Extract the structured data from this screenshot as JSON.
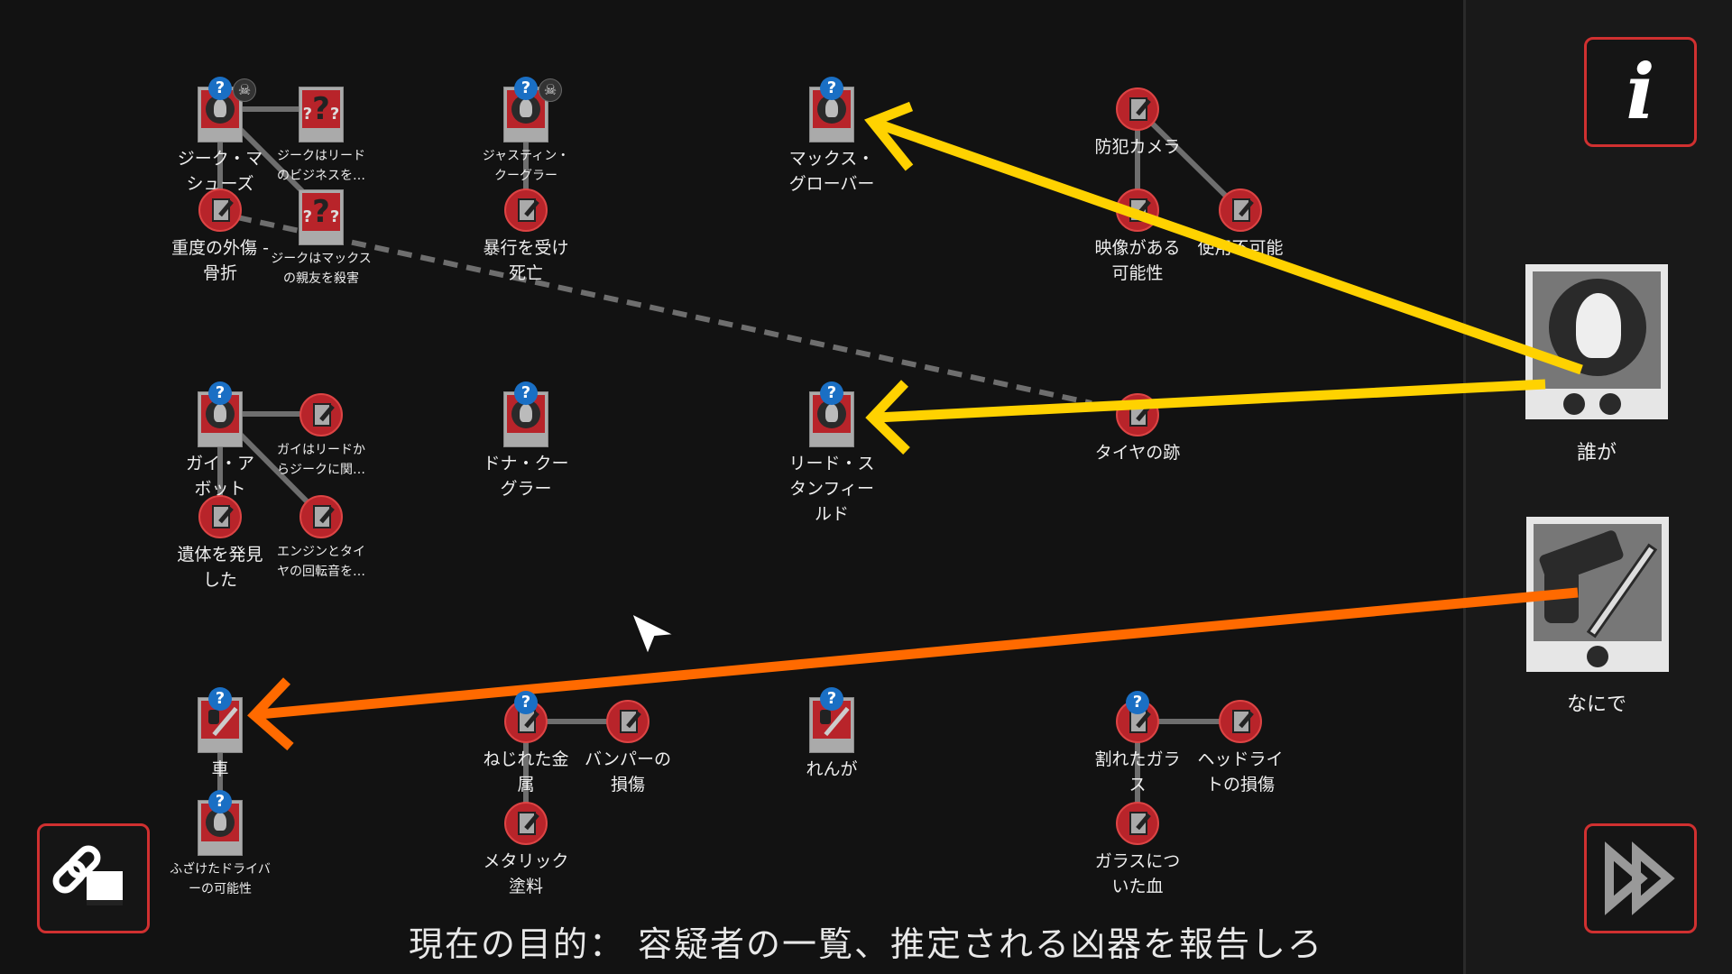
{
  "nodes": [
    {
      "label": "ジーク・マシューズ"
    },
    {
      "label": "ジークはリードのビジネスを…"
    },
    {
      "label": "重度の外傷 - 骨折"
    },
    {
      "label": "ジークはマックスの親友を殺害"
    },
    {
      "label": "ジャスティン・クーグラー"
    },
    {
      "label": "暴行を受け死亡"
    },
    {
      "label": "マックス・グローバー"
    },
    {
      "label": "防犯カメラ"
    },
    {
      "label": "映像がある可能性"
    },
    {
      "label": "使用不可能"
    },
    {
      "label": "ガイ・アボット"
    },
    {
      "label": "ガイはリードからジークに関…"
    },
    {
      "label": "遺体を発見した"
    },
    {
      "label": "エンジンとタイヤの回転音を…"
    },
    {
      "label": "ドナ・クーグラー"
    },
    {
      "label": "リード・スタンフィールド"
    },
    {
      "label": "タイヤの跡"
    },
    {
      "label": "車"
    },
    {
      "label": "ふざけたドライバーの可能性"
    },
    {
      "label": "ねじれた金属"
    },
    {
      "label": "バンパーの損傷"
    },
    {
      "label": "メタリック塗料"
    },
    {
      "label": "れんが"
    },
    {
      "label": "割れたガラス"
    },
    {
      "label": "ヘッドライトの損傷"
    },
    {
      "label": "ガラスについた血"
    }
  ],
  "badges": {
    "unknown": "?",
    "dead": "☠",
    "mystery": "?"
  },
  "panel": {
    "who_label": "誰が",
    "what_label": "なにで",
    "info_icon": "i"
  },
  "objective": "現在の目的： 容疑者の一覧、推定される凶器を報告しろ",
  "colors": {
    "who_arrow": "#ffd200",
    "what_arrow": "#ff6a00",
    "accent": "#d03030"
  }
}
